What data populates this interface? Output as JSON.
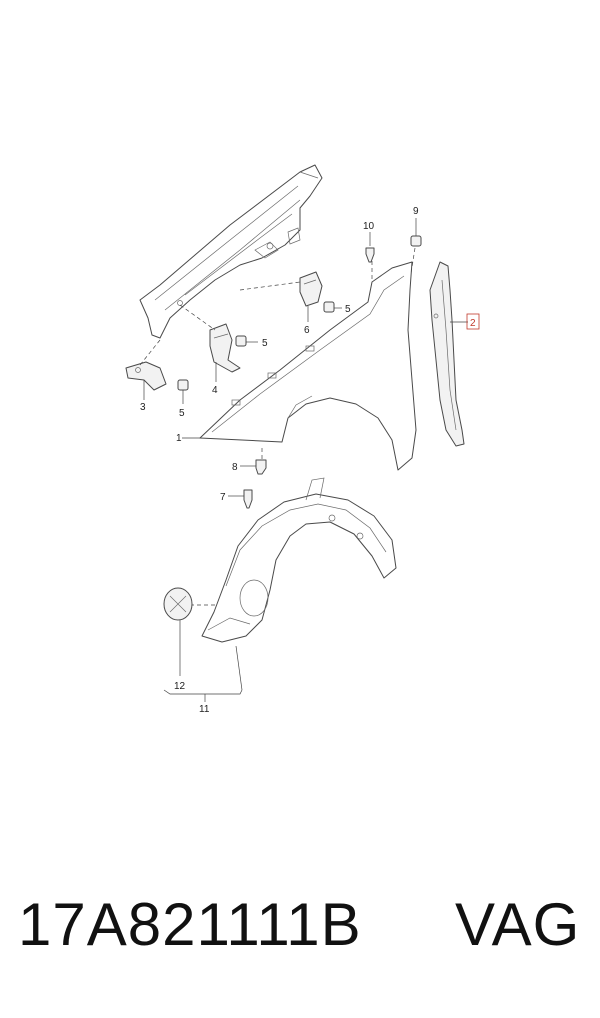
{
  "diagram": {
    "callouts": {
      "c1": "1",
      "c2": "2",
      "c3": "3",
      "c4": "4",
      "c5a": "5",
      "c5b": "5",
      "c5c": "5",
      "c6": "6",
      "c7": "7",
      "c8": "8",
      "c9": "9",
      "c10": "10",
      "c11": "11",
      "c12": "12"
    },
    "highlight_color": "#c0392b"
  },
  "footer": {
    "part_number": "17A821111B",
    "brand": "VAG"
  }
}
